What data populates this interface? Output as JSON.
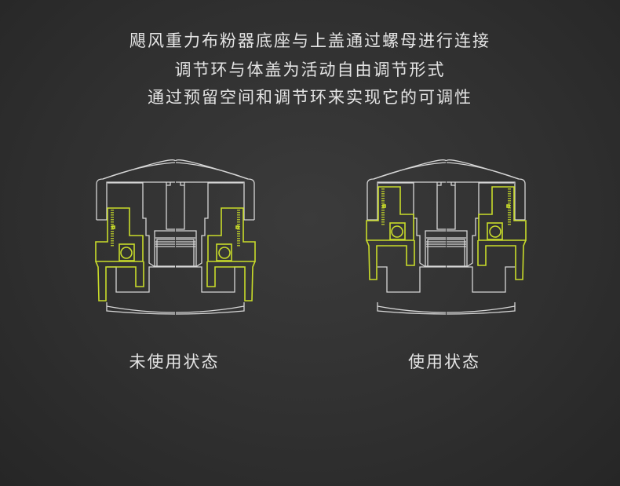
{
  "description_lines": [
    "飓风重力布粉器底座与上盖通过螺母进行连接",
    "调节环与体盖为活动自由调节形式",
    "通过预留空间和调节环来实现它的可调性"
  ],
  "diagrams": [
    {
      "label": "未使用状态"
    },
    {
      "label": "使用状态"
    }
  ],
  "colors": {
    "highlight": "#c9dc2a",
    "line": "#d6d6d6"
  }
}
